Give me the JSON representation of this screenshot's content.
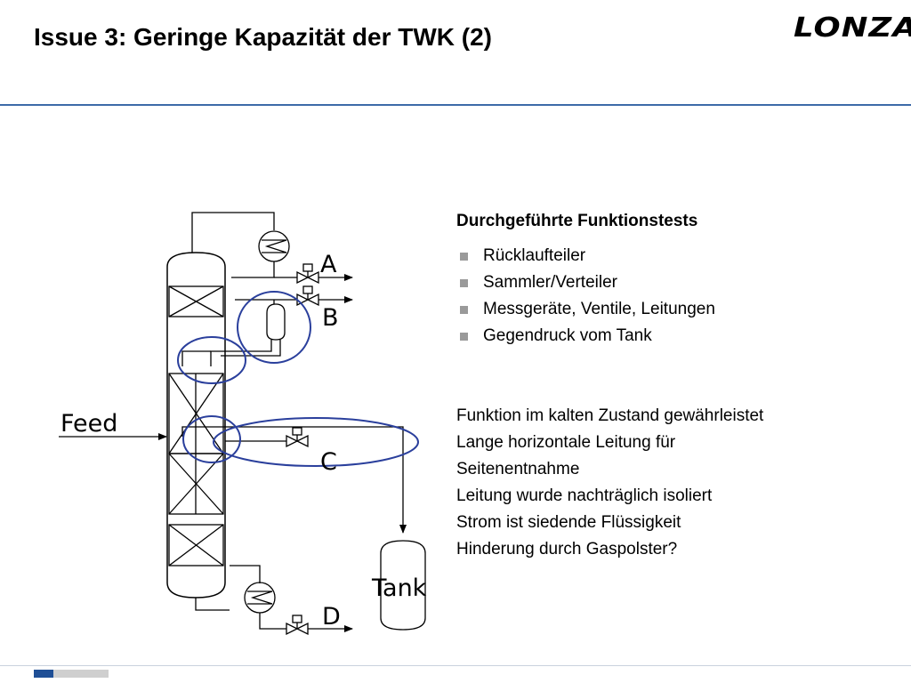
{
  "title": "Issue 3: Geringe Kapazität der TWK (2)",
  "logo_text": "LONZA",
  "colors": {
    "accent_rule": "#3d6aa8",
    "highlight_ellipse": "#2a3f9c",
    "footer_dark": "#1f4f96",
    "footer_light": "#cfcfcf",
    "bullet": "#9a9a9a"
  },
  "diagram": {
    "labels": {
      "feed": "Feed",
      "a": "A",
      "b": "B",
      "c": "C",
      "d": "D",
      "tank": "Tank"
    }
  },
  "panel": {
    "heading": "Durchgeführte Funktionstests",
    "tests": [
      "Rücklaufteiler",
      "Sammler/Verteiler",
      "Messgeräte, Ventile, Leitungen",
      "Gegendruck vom Tank"
    ],
    "notes": [
      "Funktion im kalten Zustand gewährleistet",
      "Lange horizontale Leitung für",
      "Seitenentnahme",
      "Leitung wurde nachträglich isoliert",
      "Strom ist siedende Flüssigkeit",
      "Hinderung durch Gaspolster?"
    ]
  }
}
